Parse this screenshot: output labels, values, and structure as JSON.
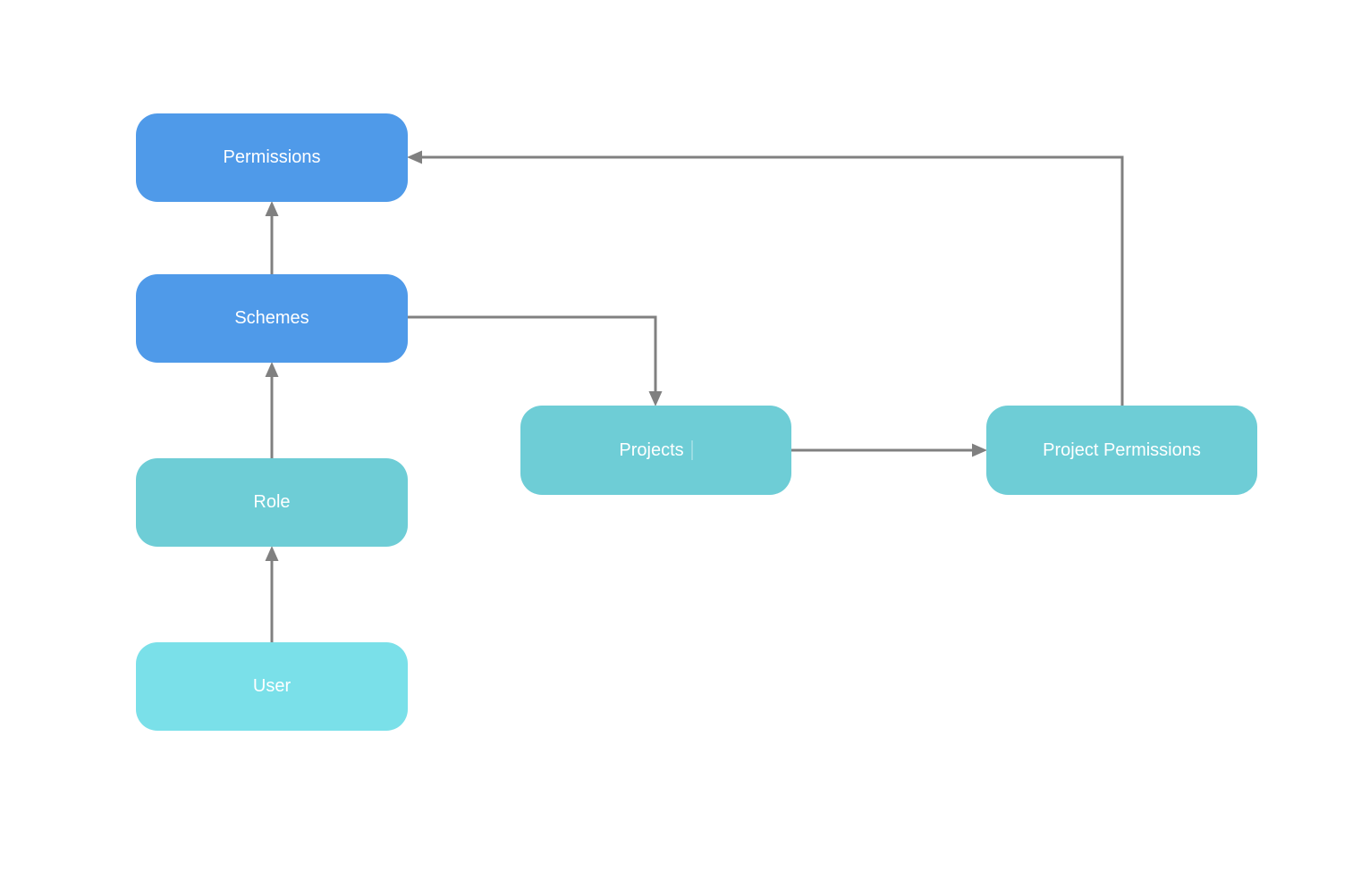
{
  "diagram": {
    "background_color": "#ffffff",
    "connector_color": "#808080",
    "nodes": [
      {
        "id": "permissions",
        "label": "Permissions",
        "fill_color": "#4f9ae9",
        "text_color": "#ffffff"
      },
      {
        "id": "schemes",
        "label": "Schemes",
        "fill_color": "#4f9ae9",
        "text_color": "#ffffff"
      },
      {
        "id": "role",
        "label": "Role",
        "fill_color": "#6ecdd6",
        "text_color": "#ffffff"
      },
      {
        "id": "user",
        "label": "User",
        "fill_color": "#7ae0e9",
        "text_color": "#ffffff"
      },
      {
        "id": "projects",
        "label": "Projects",
        "fill_color": "#6ecdd6",
        "text_color": "#ffffff"
      },
      {
        "id": "project-permissions",
        "label": "Project Permissions",
        "fill_color": "#6ecdd6",
        "text_color": "#ffffff"
      }
    ],
    "edges": [
      {
        "from": "user",
        "to": "role",
        "direction": "up"
      },
      {
        "from": "role",
        "to": "schemes",
        "direction": "up"
      },
      {
        "from": "schemes",
        "to": "permissions",
        "direction": "up"
      },
      {
        "from": "schemes",
        "to": "projects",
        "direction": "right-then-down"
      },
      {
        "from": "projects",
        "to": "project-permissions",
        "direction": "right"
      },
      {
        "from": "project-permissions",
        "to": "permissions",
        "direction": "up-then-left"
      }
    ]
  }
}
